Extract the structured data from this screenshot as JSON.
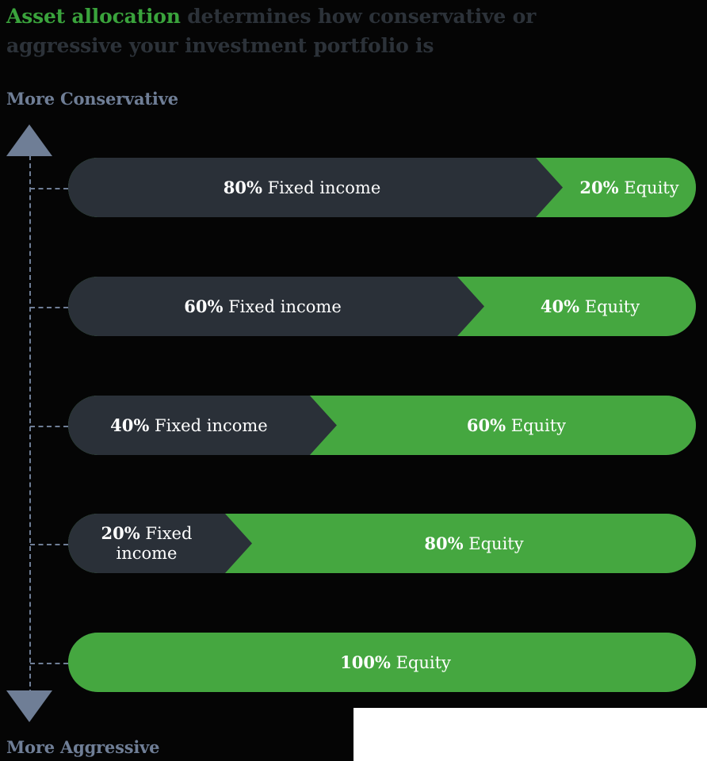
{
  "title": {
    "accent": "Asset allocation",
    "rest": " determines how conservative or aggressive your investment portfolio is",
    "accent_color": "#3aa33c",
    "rest_color": "#2c3239"
  },
  "axis": {
    "top_label": "More Conservative",
    "bottom_label": "More Aggressive",
    "label_color": "#6f7e96",
    "line_style": "dashed"
  },
  "colors": {
    "background": "#050505",
    "fixed_income": "#2a3038",
    "equity": "#45a740",
    "text_on_bar": "#ffffff"
  },
  "chart_data": {
    "type": "bar",
    "title": "Asset allocation determines how conservative or aggressive your investment portfolio is",
    "xlabel": "",
    "ylabel": "",
    "orientation": "horizontal-stacked",
    "axis_top": "More Conservative",
    "axis_bottom": "More Aggressive",
    "categories": [
      "80/20",
      "60/40",
      "40/60",
      "20/80",
      "0/100"
    ],
    "series": [
      {
        "name": "Fixed income",
        "values": [
          80,
          60,
          40,
          20,
          0
        ],
        "color": "#2a3038"
      },
      {
        "name": "Equity",
        "values": [
          20,
          40,
          60,
          80,
          100
        ],
        "color": "#45a740"
      }
    ],
    "xlim": [
      0,
      100
    ],
    "grid": false,
    "legend": "none"
  },
  "bars": [
    {
      "fixed_pct": "80%",
      "fixed_name": "Fixed income",
      "equity_pct": "20%",
      "equity_name": "Equity",
      "show_fixed": true,
      "show_equity": true,
      "wrap_fixed": false,
      "boundary": 74.5
    },
    {
      "fixed_pct": "60%",
      "fixed_name": "Fixed income",
      "equity_pct": "40%",
      "equity_name": "Equity",
      "show_fixed": true,
      "show_equity": true,
      "wrap_fixed": false,
      "boundary": 62.0
    },
    {
      "fixed_pct": "40%",
      "fixed_name": "Fixed income",
      "equity_pct": "60%",
      "equity_name": "Equity",
      "show_fixed": true,
      "show_equity": true,
      "wrap_fixed": false,
      "boundary": 38.5
    },
    {
      "fixed_pct": "20%",
      "fixed_name": "Fixed income",
      "equity_pct": "80%",
      "equity_name": "Equity",
      "show_fixed": true,
      "show_equity": true,
      "wrap_fixed": true,
      "boundary": 25.0
    },
    {
      "fixed_pct": "",
      "fixed_name": "",
      "equity_pct": "100%",
      "equity_name": "Equity",
      "show_fixed": false,
      "show_equity": true,
      "wrap_fixed": false,
      "boundary": 0
    }
  ]
}
